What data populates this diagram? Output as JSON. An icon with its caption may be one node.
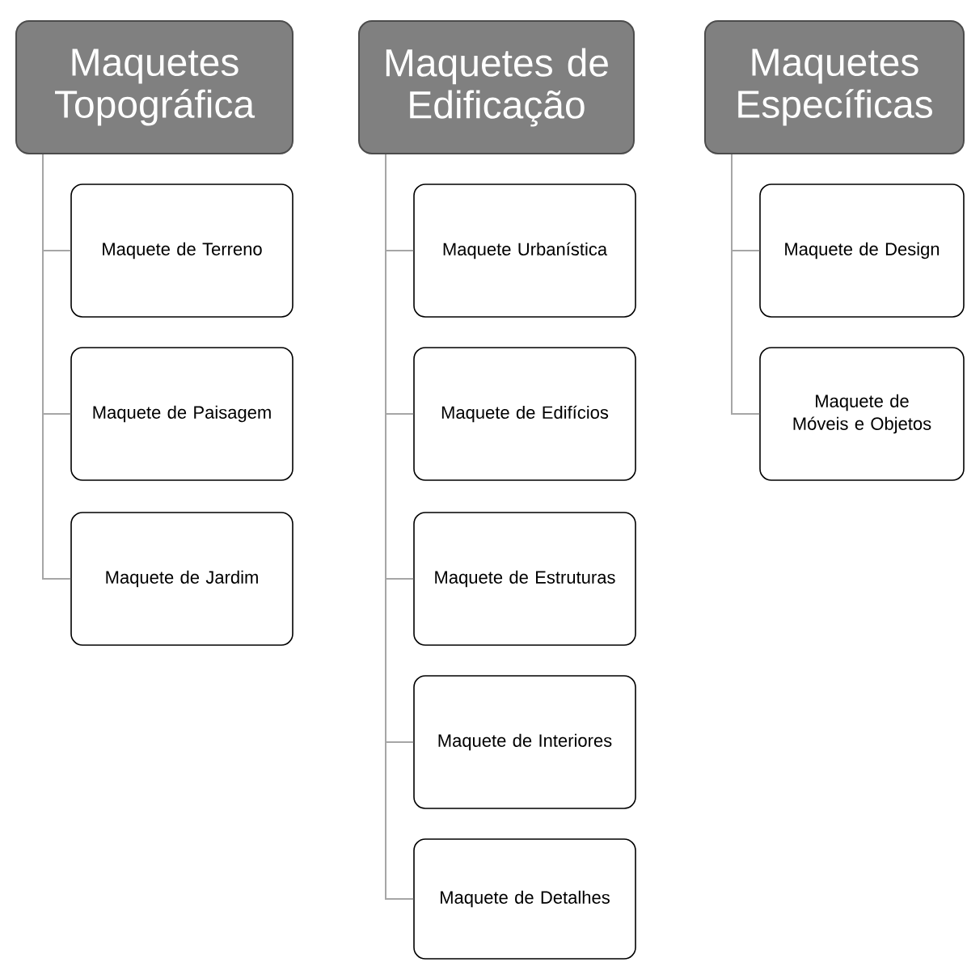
{
  "diagram": {
    "nodes": [
      {
        "text": [
          "Maquetes Topográfica"
        ]
      },
      {
        "text": [
          "Maquete de Terreno"
        ]
      },
      {
        "text": [
          "Maquete de Paisagem"
        ]
      },
      {
        "text": [
          "Maquete de Jardim"
        ]
      },
      {
        "text": [
          "Maquetes de Edificação"
        ]
      },
      {
        "text": [
          "Maquete Urbanística"
        ]
      },
      {
        "text": [
          "Maquete de Edifícios"
        ]
      },
      {
        "text": [
          "Maquete de Estruturas"
        ]
      },
      {
        "text": [
          "Maquete de Interiores"
        ]
      },
      {
        "text": [
          "Maquete de Detalhes"
        ]
      },
      {
        "text": [
          "Maquetes Específicas"
        ]
      },
      {
        "text": [
          "Maquete de Design"
        ]
      },
      {
        "text": [
          "Maquete de Móveis e Objetos"
        ]
      }
    ],
    "edges": [
      {
        "from": 0,
        "to": 1,
        "arrow": "none"
      },
      {
        "from": 0,
        "to": 2,
        "arrow": "none"
      },
      {
        "from": 0,
        "to": 3,
        "arrow": "none"
      },
      {
        "from": 4,
        "to": 5,
        "arrow": "none"
      },
      {
        "from": 4,
        "to": 6,
        "arrow": "none"
      },
      {
        "from": 4,
        "to": 7,
        "arrow": "none"
      },
      {
        "from": 4,
        "to": 8,
        "arrow": "none"
      },
      {
        "from": 4,
        "to": 9,
        "arrow": "none"
      },
      {
        "from": 10,
        "to": 11,
        "arrow": "none"
      },
      {
        "from": 10,
        "to": 12,
        "arrow": "none"
      }
    ]
  }
}
